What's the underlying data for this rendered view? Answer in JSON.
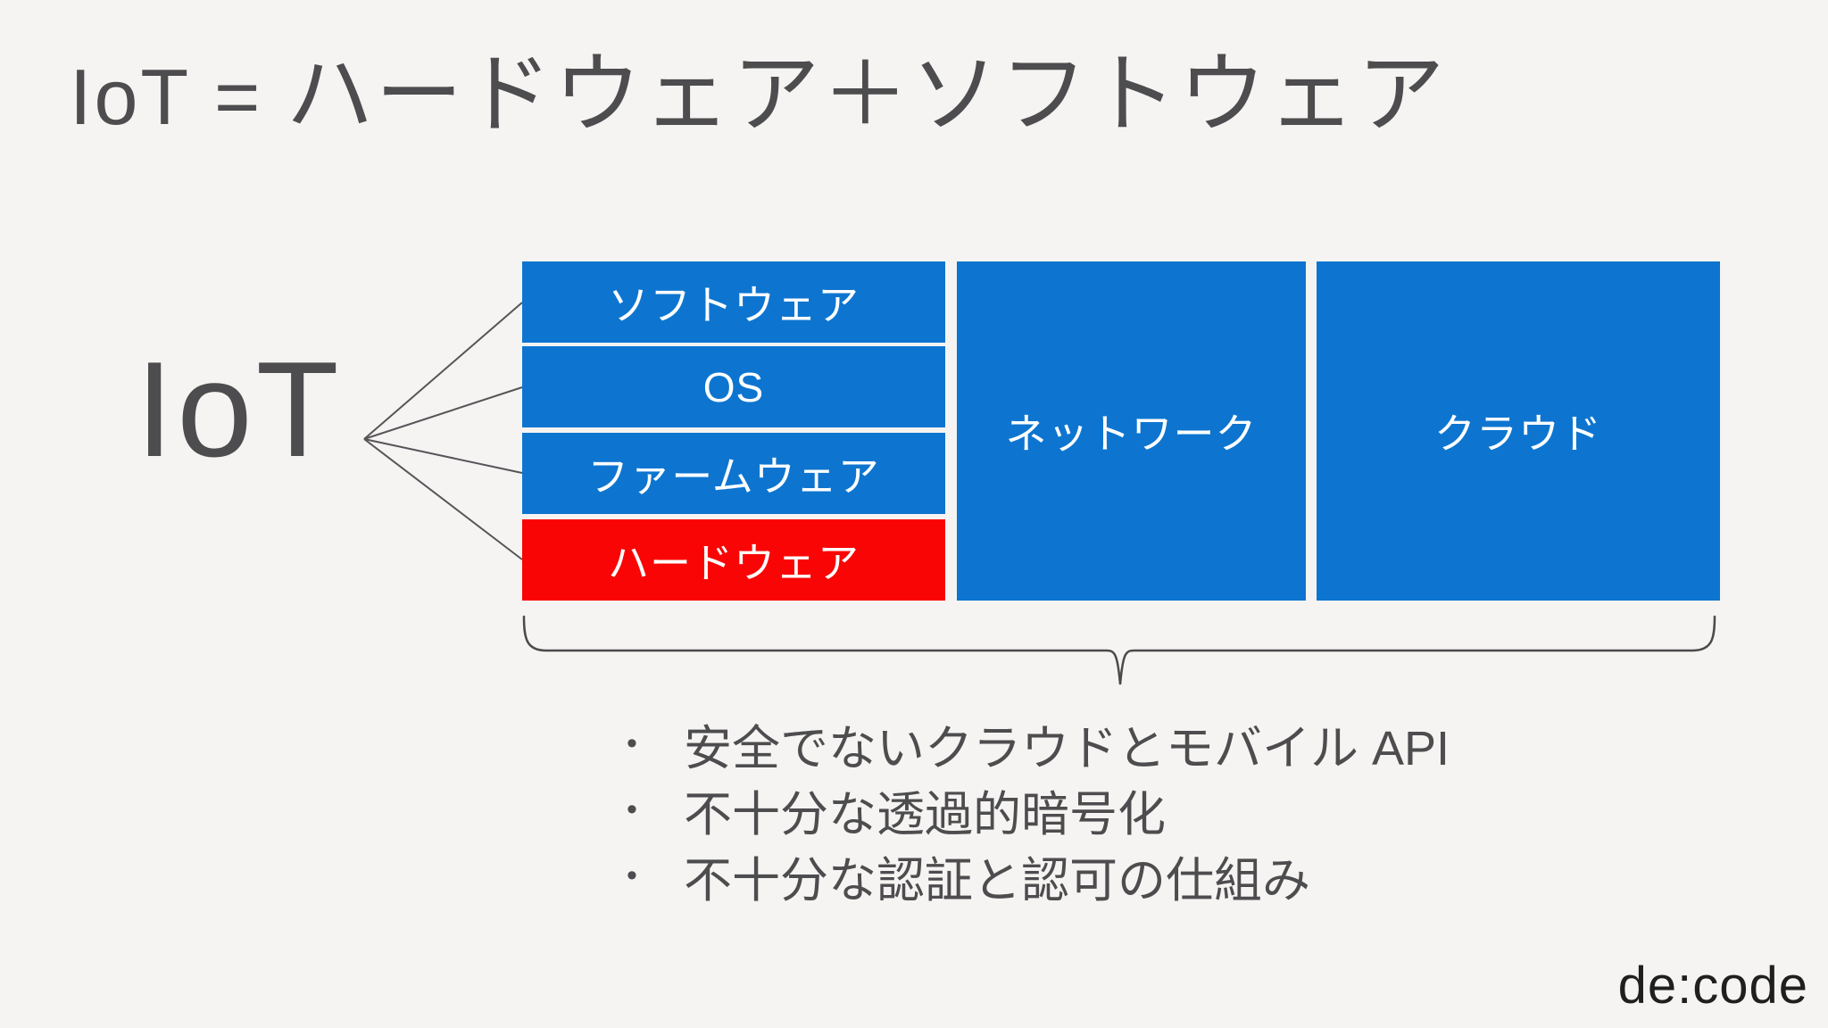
{
  "colors": {
    "background": "#f5f4f2",
    "box_blue": "#0d75d0",
    "box_red": "#fa0505",
    "box_text": "#ffffff",
    "text_gray": "#4d4d4f",
    "connector_line": "#55555a",
    "logo_text": "#1f1f1f"
  },
  "title": {
    "prefix": "IoT =",
    "main": "ハードウェア＋ソフトウェア"
  },
  "diagram": {
    "root_label": "IoT",
    "stack": {
      "boxes": [
        {
          "label": "ソフトウェア",
          "color": "#0d75d0"
        },
        {
          "label": "OS",
          "color": "#0d75d0"
        },
        {
          "label": "ファームウェア",
          "color": "#0d75d0"
        },
        {
          "label": "ハードウェア",
          "color": "#fa0505"
        }
      ]
    },
    "network_label": "ネットワーク",
    "cloud_label": "クラウド"
  },
  "bullets": {
    "marker": "•",
    "items": [
      "安全でないクラウドとモバイル API",
      "不十分な透過的暗号化",
      "不十分な認証と認可の仕組み"
    ]
  },
  "footer": {
    "logo": "de:code"
  }
}
